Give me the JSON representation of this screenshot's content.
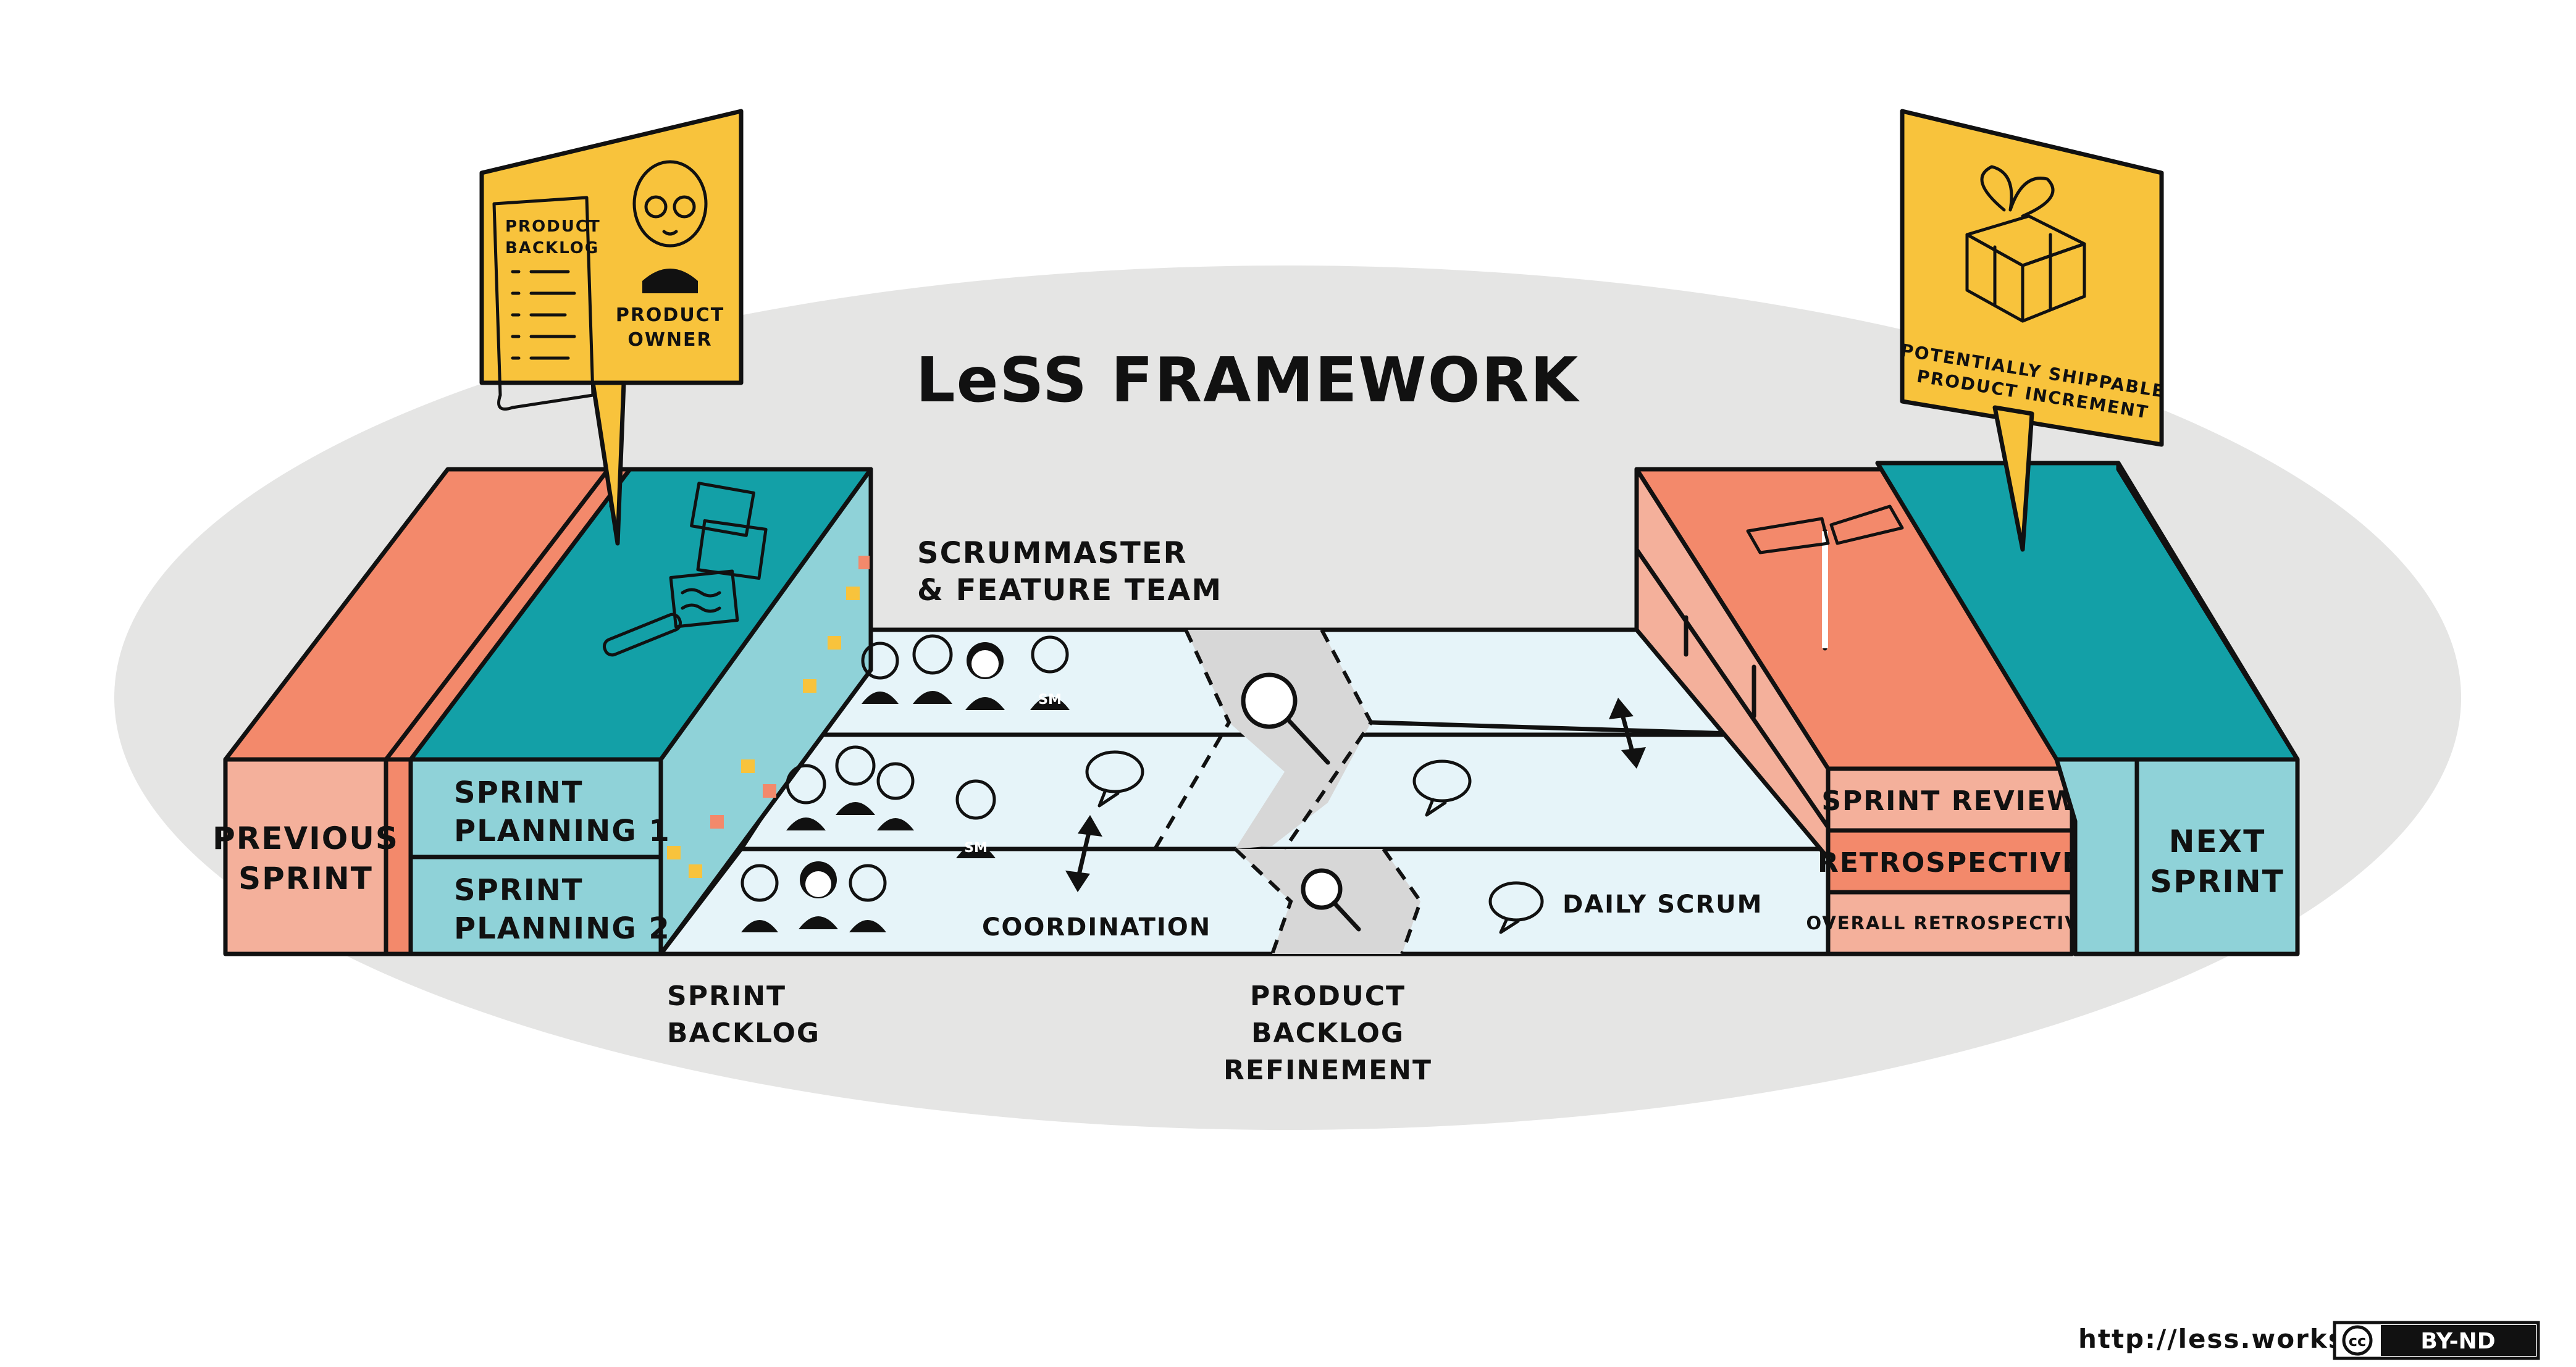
{
  "title": "LeSS FRAMEWORK",
  "previous_sprint": [
    "PREVIOUS",
    "SPRINT"
  ],
  "next_sprint": [
    "NEXT",
    "SPRINT"
  ],
  "sprint_planning_1": [
    "SPRINT",
    "PLANNING 1"
  ],
  "sprint_planning_2": [
    "SPRINT",
    "PLANNING 2"
  ],
  "product_backlog_doc": [
    "PRODUCT",
    "BACKLOG"
  ],
  "product_owner": [
    "PRODUCT",
    "OWNER"
  ],
  "increment": [
    "POTENTIALLY SHIPPABLE",
    "PRODUCT INCREMENT"
  ],
  "scrummaster_team": [
    "SCRUMMASTER",
    "& FEATURE TEAM"
  ],
  "sm_badge": "SM",
  "coordination": "COORDINATION",
  "daily_scrum": "DAILY SCRUM",
  "sprint_review": "SPRINT REVIEW",
  "retrospective": "RETROSPECTIVE",
  "overall_retrospective": "OVERALL RETROSPECTIVE",
  "sprint_backlog": [
    "SPRINT",
    "BACKLOG"
  ],
  "product_backlog_refinement": [
    "PRODUCT",
    "BACKLOG",
    "REFINEMENT"
  ],
  "url": "http://less.works",
  "license": {
    "cc": "cc",
    "terms": "BY-ND"
  },
  "colors": {
    "ellipse": "#e5e5e4",
    "salmon": "#f3896b",
    "salmon_light": "#f4b09b",
    "teal": "#13a0a7",
    "teal_light": "#8fd2d8",
    "floor": "#e6f4f9",
    "yellow": "#f8c33c",
    "grey_band": "#d7d7d7"
  }
}
